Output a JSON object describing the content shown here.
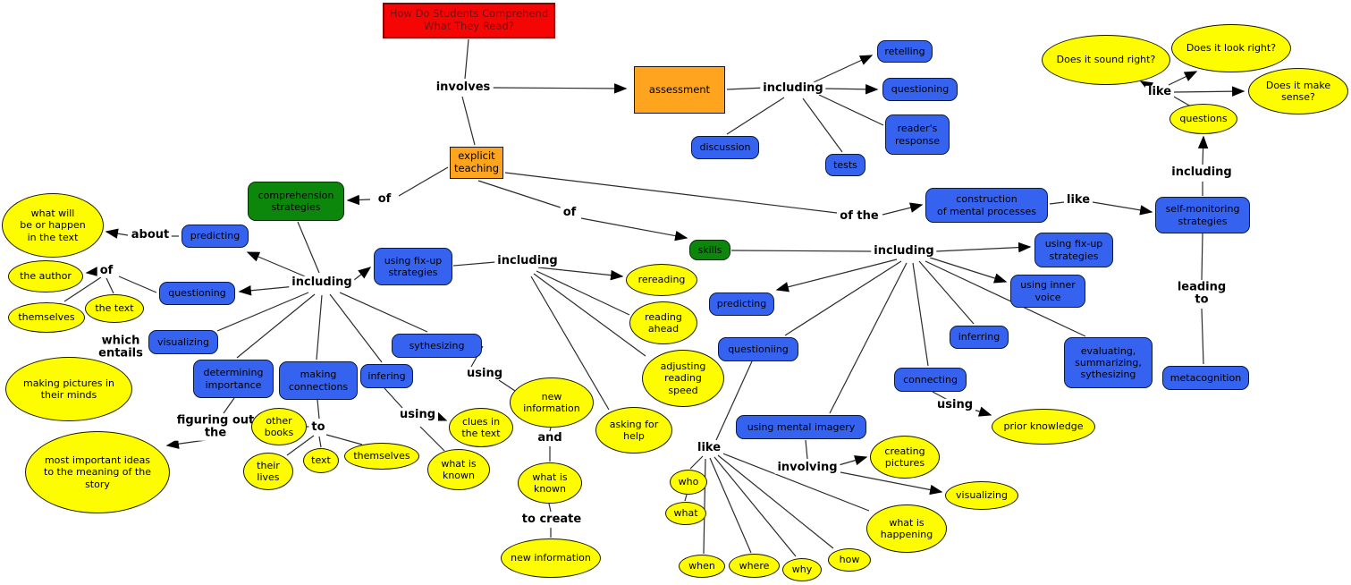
{
  "diagram": {
    "type": "concept-map",
    "topic": "How Do Students Comprehend What They Read?"
  },
  "colors": {
    "topic_fill": "#f60505",
    "stage_fill": "#ffa41f",
    "category_fill": "#0c870c",
    "concept_fill": "#3563f0",
    "detail_fill": "#fdfd00",
    "edge_stroke": "#2b2b2b"
  },
  "nodes": {
    "title": "How Do Students Comprehend\nWhat They Read?",
    "assessment": "assessment",
    "explicit_teaching": "explicit\nteaching",
    "comprehension_strategies": "comprehension\nstrategies",
    "skills": "skills",
    "retelling": "retelling",
    "questioning_top": "questioning",
    "readers_response": "reader's\nresponse",
    "tests": "tests",
    "discussion": "discussion",
    "predicting_left": "predicting",
    "questioning_left": "questioning",
    "visualizing_left": "visualizing",
    "using_fixup_left": "using fix-up\nstrategies",
    "determining_importance": "determining\nimportance",
    "making_connections": "making\nconnections",
    "infering": "infering",
    "sythesizing": "sythesizing",
    "predicting_right": "predicting",
    "questioniing": "questioniing",
    "using_mental_imagery": "using mental imagery",
    "connecting": "connecting",
    "inferring_right": "inferring",
    "using_inner_voice": "using inner\nvoice",
    "using_fixup_right": "using fix-up\nstrategies",
    "evaluating_summarizing": "evaluating,\nsummarizing,\nsythesizing",
    "construction": "construction\nof mental processes",
    "self_monitoring": "self-monitoring\nstrategies",
    "metacognition": "metacognition",
    "does_it_sound": "Does it sound right?",
    "does_it_look": "Does it look right?",
    "does_it_make": "Does it make\nsense?",
    "questions": "questions",
    "what_will_be": "what will\nbe or happen\nin the text",
    "the_author": "the author",
    "themselves_left": "themselves",
    "the_text": "the text",
    "making_pictures": "making pictures in\ntheir minds",
    "most_important": "most important ideas\nto the meaning of the\nstory",
    "other_books": "other\nbooks",
    "their_lives": "their\nlives",
    "text": "text",
    "themselves": "themselves",
    "clues_in_text": "clues in\nthe text",
    "what_is_known_left": "what is\nknown",
    "new_information_top": "new\ninformation",
    "what_is_known_mid": "what is\nknown",
    "new_information_bottom": "new information",
    "rereading": "rereading",
    "reading_ahead": "reading\nahead",
    "adjusting_reading_speed": "adjusting\nreading\nspeed",
    "asking_for_help": "asking for\nhelp",
    "prior_knowledge": "prior knowledge",
    "creating_pictures": "creating\npictures",
    "visualizing_right": "visualizing",
    "what_is_happening": "what is\nhappening",
    "who": "who",
    "what": "what",
    "when": "when",
    "where": "where",
    "why": "why",
    "how": "how"
  },
  "labels": {
    "involves": "involves",
    "including_assessment": "including",
    "like_top": "like",
    "including_questions": "including",
    "of_strategies": "of",
    "of_skills": "of",
    "of_the": "of the",
    "about": "about",
    "of_author": "of",
    "which_entails": "which\nentails",
    "including_strategies": "including",
    "including_fixup": "including",
    "using_sythesizing": "using",
    "and": "and",
    "to_create": "to create",
    "figuring_out_the": "figuring out\nthe",
    "to_connections": "to",
    "using_infering": "using",
    "including_skills": "including",
    "like_questions": "like",
    "involving": "involving",
    "using_connecting": "using",
    "leading_to": "leading\nto",
    "like_construction": "like"
  }
}
